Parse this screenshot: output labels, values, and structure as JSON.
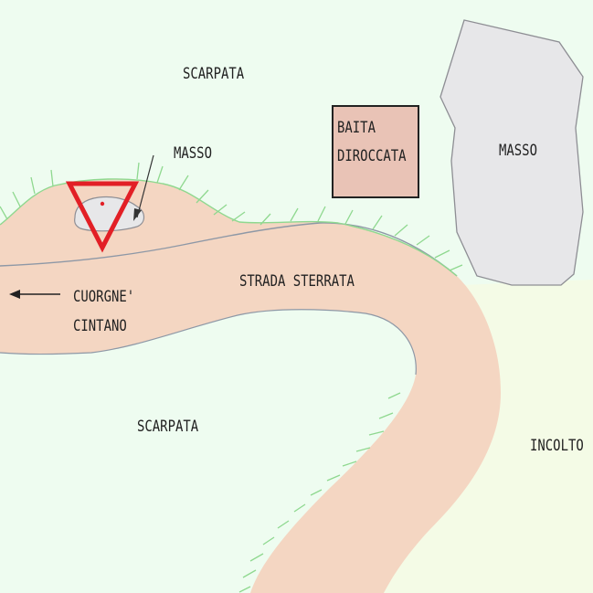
{
  "map": {
    "labels": {
      "scarpata_top": "SCARPATA",
      "masso_small": "MASSO",
      "baita_line1": "BAITA",
      "baita_line2": "DIROCCATA",
      "masso_large": "MASSO",
      "strada": "STRADA STERRATA",
      "direction_line1": "CUORGNE'",
      "direction_line2": "CINTANO",
      "scarpata_bottom": "SCARPATA",
      "incolto": "INCOLTO"
    },
    "colors": {
      "scarpata": "#eefcf0",
      "incolto": "#f4fbe6",
      "road": "#f4d6c2",
      "road_edge": "#9aa0a8",
      "hatch": "#8fd88f",
      "baita_fill": "#e9c3b6",
      "rock_fill": "#e7e7e9",
      "rock_edge": "#8e8e94",
      "warning_red": "#e21f26"
    },
    "icons": [
      "warning-triangle-icon",
      "arrow-left-icon"
    ]
  }
}
